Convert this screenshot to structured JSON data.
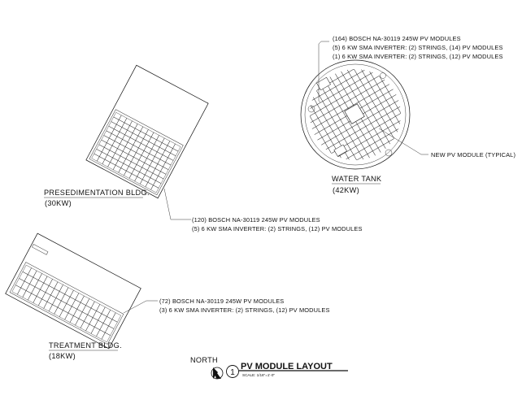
{
  "tank": {
    "note_lines": [
      "(164) BOSCH NA-30119 245W PV MODULES",
      "(5) 6 KW SMA INVERTER:  (2) STRINGS, (14) PV MODULES",
      "(1) 6 KW SMA INVERTER:  (2) STRINGS, (12) PV MODULES"
    ],
    "new_module_label": "NEW PV MODULE (TYPICAL)",
    "name": "WATER TANK",
    "capacity": "(42KW)"
  },
  "presed": {
    "name": "PRESEDIMENTATION BLDG.",
    "capacity": "(30KW)",
    "note_lines": [
      "(120) BOSCH NA-30119 245W PV MODULES",
      "(5) 6 KW SMA INVERTER:  (2) STRINGS, (12) PV MODULES"
    ]
  },
  "treatment": {
    "name": "TREATMENT BLDG.",
    "capacity": "(18KW)",
    "note_lines": [
      "(72) BOSCH NA-30119 245W PV MODULES",
      "(3) 6 KW SMA INVERTER:  (2) STRINGS, (12) PV MODULES"
    ]
  },
  "title_block": {
    "north": "NORTH",
    "number": "1",
    "title": "PV MODULE LAYOUT",
    "scale": "SCALE:  1/16\"=1'-0\""
  }
}
